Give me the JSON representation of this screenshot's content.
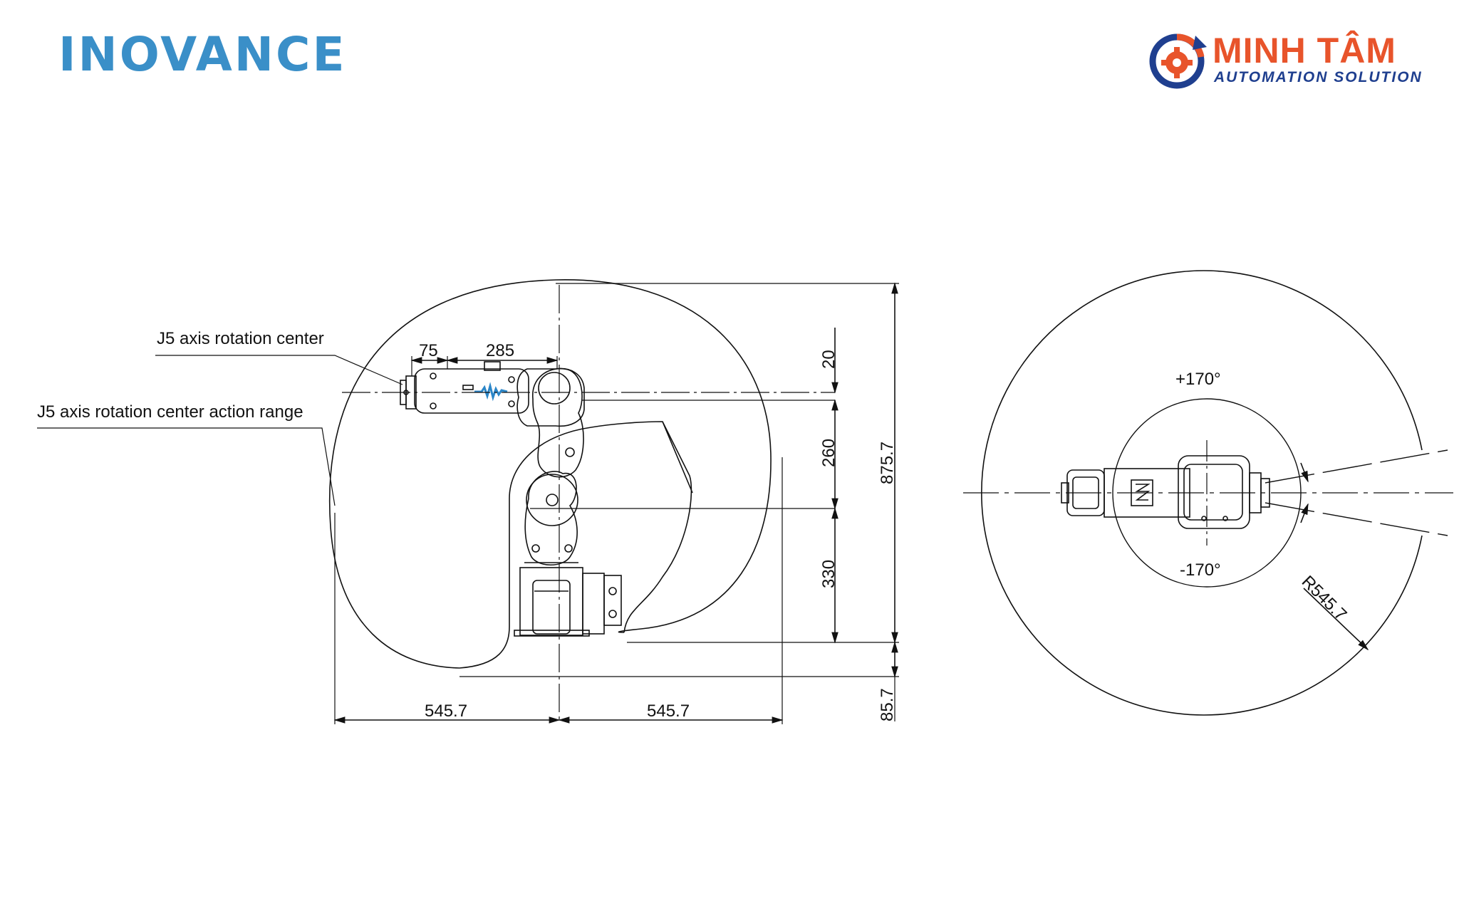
{
  "brand_left": {
    "name": "INOVANCE",
    "color": "#3a8fc8"
  },
  "brand_right": {
    "name": "MINH TÂM",
    "tagline": "AUTOMATION SOLUTION",
    "color_primary": "#e8542b",
    "color_secondary": "#1f3f8f"
  },
  "side_view": {
    "callouts": {
      "j5_center": "J5 axis rotation center",
      "j5_range": "J5 axis rotation center action range"
    },
    "dimensions": {
      "top_left": "75",
      "top_right": "285",
      "v_20": "20",
      "v_260": "260",
      "v_330": "330",
      "v_total": "875.7",
      "v_bottom": "85.7",
      "h_left": "545.7",
      "h_right": "545.7"
    }
  },
  "top_view": {
    "angle_pos": "+170°",
    "angle_neg": "-170°",
    "radius": "R545.7"
  }
}
